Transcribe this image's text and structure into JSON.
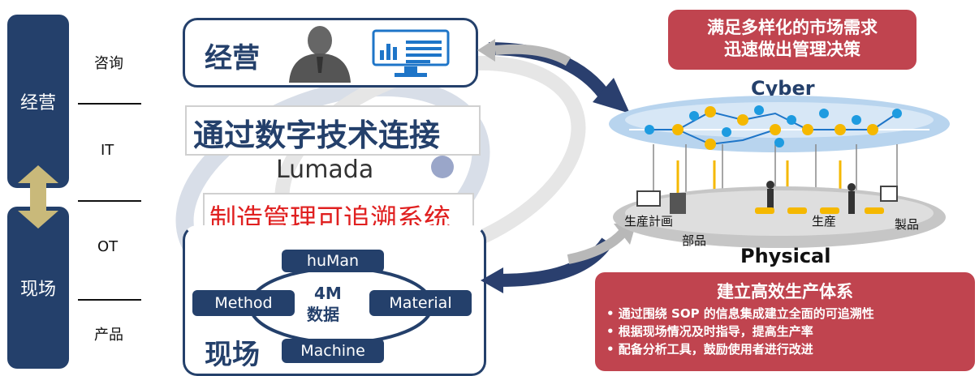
{
  "left_axis": {
    "top_label": "经营",
    "bottom_label": "现场",
    "levels": [
      "咨询",
      "IT",
      "OT",
      "产品"
    ]
  },
  "management_box": {
    "title": "经营"
  },
  "connect_title": "通过数字技术连接",
  "lumada": "Lumada",
  "system_title": "制造管理可追溯系统",
  "field_box": {
    "title": "现场",
    "center": [
      "4M",
      "数据"
    ],
    "items": [
      "huMan",
      "Method",
      "Material",
      "Machine"
    ]
  },
  "market_box": {
    "lines": [
      "满足多样化的市场需求",
      "迅速做出管理决策"
    ]
  },
  "cyber_label": "Cyber",
  "physical_label": "Physical",
  "physical_labels": [
    "生産計画",
    "部品",
    "生産",
    "製品"
  ],
  "result_box": {
    "title": "建立高效生产体系",
    "bullets": [
      "• 通过围绕 SOP 的信息集成建立全面的可追溯性",
      "• 根据现场情况及时指导，提高生产率",
      "• 配备分析工具，鼓励使用者进行改进"
    ]
  },
  "colors": {
    "navy": "#24406b",
    "red": "#c0444f",
    "gold": "#f5b800",
    "cyan": "#1e9be0",
    "tan": "#c9b97a"
  }
}
